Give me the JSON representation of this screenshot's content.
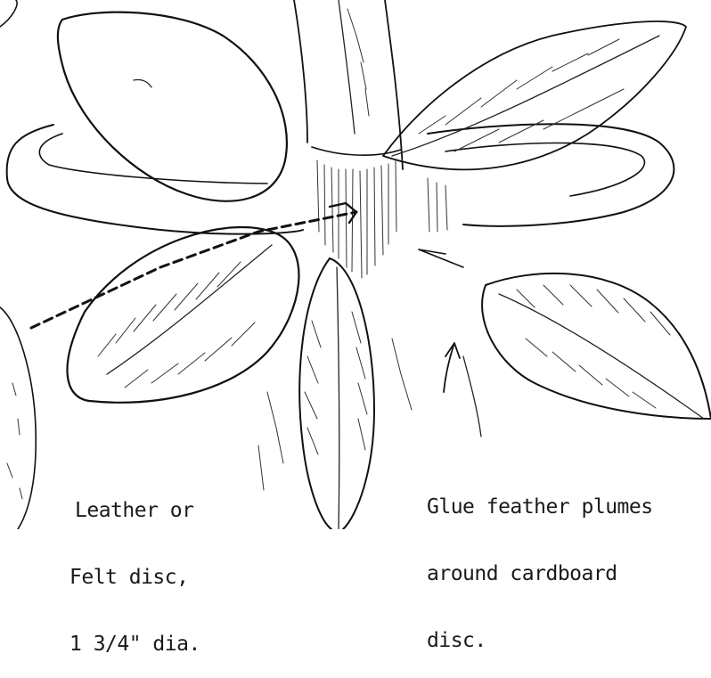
{
  "captions": {
    "disc_label": {
      "line1": "Leather or",
      "line2": "Felt disc,",
      "line3": "1 3/4\" dia."
    },
    "glue_label": {
      "line1": "Glue feather plumes",
      "line2": "around cardboard",
      "line3": "disc."
    }
  },
  "illustration": {
    "subject": "feather plumes glued around a cardboard disc on a leather or felt base",
    "icons": [
      "feather-icon",
      "disc-icon",
      "arrow-icon"
    ]
  }
}
